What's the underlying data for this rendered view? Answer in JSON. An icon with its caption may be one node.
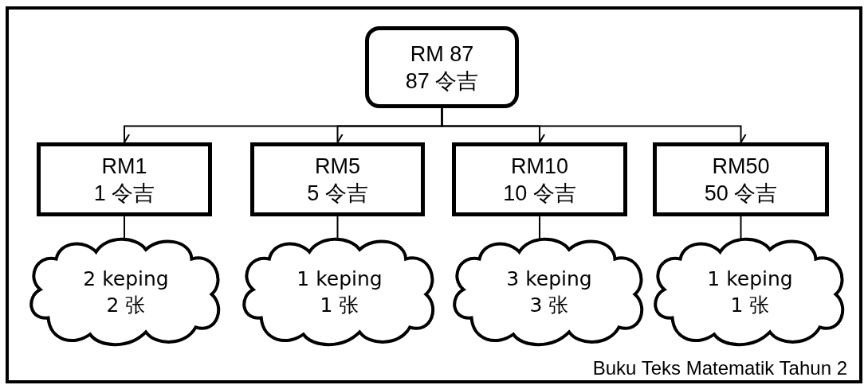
{
  "diagram": {
    "nodes": [
      {
        "text": [
          "RM 87",
          "87 令吉"
        ]
      },
      {
        "text": [
          "RM1",
          "1 令吉"
        ]
      },
      {
        "text": [
          "RM5",
          "5 令吉"
        ]
      },
      {
        "text": [
          "RM10",
          "10 令吉"
        ]
      },
      {
        "text": [
          "RM50",
          "50 令吉"
        ]
      },
      {
        "text": [
          "2 keping",
          "2 张"
        ]
      },
      {
        "text": [
          "1 keping",
          "1 张"
        ]
      },
      {
        "text": [
          "3 keping",
          "3 张"
        ]
      },
      {
        "text": [
          "1 keping",
          "1 张"
        ]
      }
    ],
    "edges": [
      {
        "from": 0,
        "to": 1,
        "arrow": "to"
      },
      {
        "from": 0,
        "to": 2,
        "arrow": "to"
      },
      {
        "from": 0,
        "to": 3,
        "arrow": "to"
      },
      {
        "from": 0,
        "to": 4,
        "arrow": "to"
      },
      {
        "from": 1,
        "to": 5,
        "arrow": "none"
      },
      {
        "from": 2,
        "to": 6,
        "arrow": "none"
      },
      {
        "from": 3,
        "to": 7,
        "arrow": "none"
      },
      {
        "from": 4,
        "to": 8,
        "arrow": "none"
      }
    ],
    "labels": [
      "Buku Teks Matematik Tahun 2"
    ]
  }
}
